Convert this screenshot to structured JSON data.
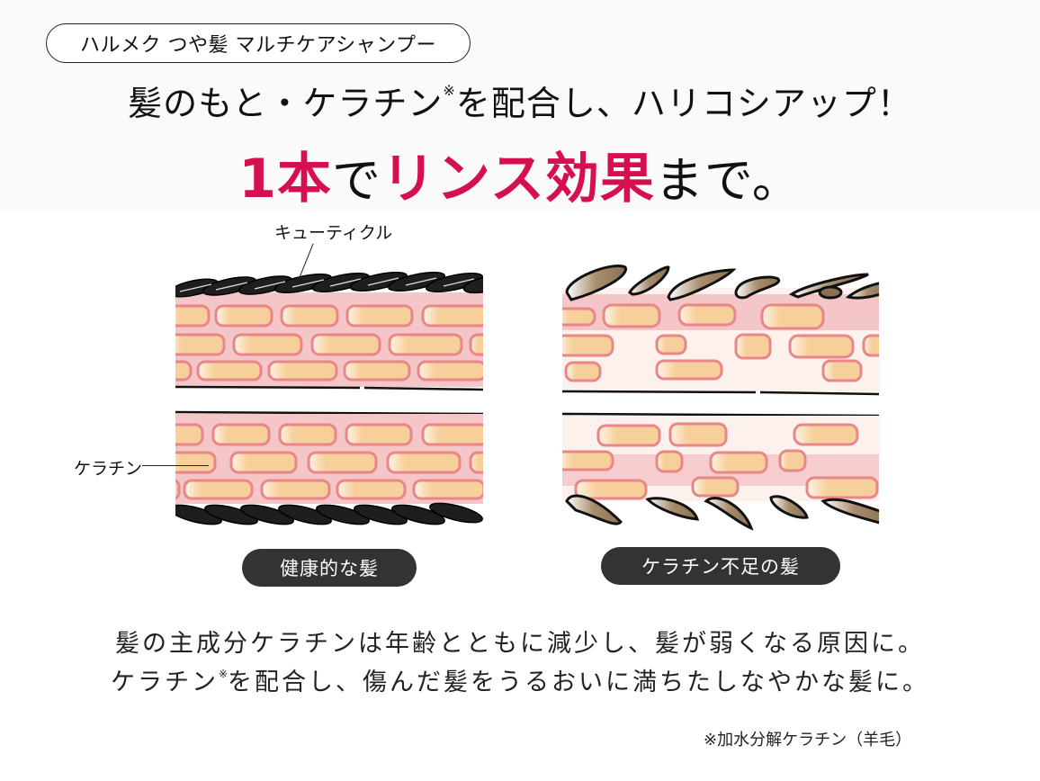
{
  "product_name": "ハルメク つや髪 マルチケアシャンプー",
  "headline": {
    "line1_before": "髪のもと・ケラチン",
    "line1_mark": "※",
    "line1_after": "を配合し、ハリコシアップ！",
    "line2_parts": [
      {
        "text": "1本",
        "style": "accent"
      },
      {
        "text": "で",
        "style": "normal"
      },
      {
        "text": "リンス効果",
        "style": "accent"
      },
      {
        "text": "まで。",
        "style": "normal"
      }
    ]
  },
  "colors": {
    "accent": "#d6104f",
    "caption_bg": "#333333",
    "cortex_pink": "#f5c6c8",
    "keratin_fill": "#f7cf9a",
    "keratin_border": "#e8868a",
    "cuticle_healthy": "#1e1e1e",
    "cuticle_damaged": "#9a8062"
  },
  "diagrams": {
    "healthy": {
      "caption": "健康的な髪",
      "labels": {
        "cuticle": "キューティクル",
        "keratin": "ケラチン"
      }
    },
    "damaged": {
      "caption": "ケラチン不足の髪"
    }
  },
  "body": {
    "line1": "髪の主成分ケラチンは年齢とともに減少し、髪が弱くなる原因に。",
    "line2_before": "ケラチン",
    "line2_mark": "※",
    "line2_after": "を配合し、傷んだ髪をうるおいに満ちたしなやかな髪に。"
  },
  "footnote": "※加水分解ケラチン（羊毛）"
}
